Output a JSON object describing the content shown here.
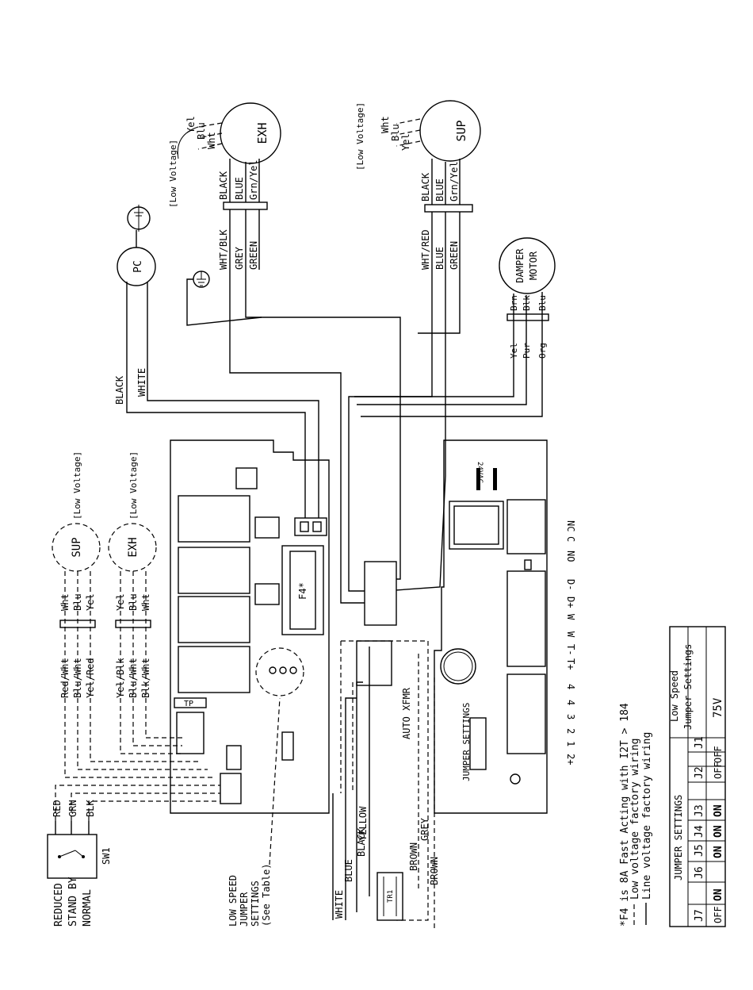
{
  "motors": {
    "exh_top": {
      "label": "EXH",
      "voltage_note": "[Low Voltage]",
      "leads": [
        "Yel",
        "Blu",
        "Wht"
      ],
      "wires": [
        "BLACK",
        "BLUE",
        "Grn/Yel"
      ],
      "field_wires": [
        "WHT/BLK",
        "GREY",
        "GREEN"
      ]
    },
    "sup_top": {
      "label": "SUP",
      "voltage_note": "[Low Voltage]",
      "leads": [
        "Wht",
        "Blu",
        "Yel"
      ],
      "wires": [
        "BLACK",
        "BLUE",
        "Grn/Yel"
      ],
      "field_wires": [
        "WHT/RED",
        "BLUE",
        "GREEN"
      ]
    },
    "sup_left": {
      "label": "SUP",
      "voltage_note": "[Low Voltage]",
      "leads": [
        "Wht",
        "Blu",
        "Yel"
      ],
      "field_wires": [
        "Red/Wht",
        "Blu/Wht",
        "Yel/Red"
      ]
    },
    "exh_left": {
      "label": "EXH",
      "voltage_note": "[Low Voltage]",
      "leads": [
        "Yel",
        "Blu",
        "Wht"
      ],
      "field_wires": [
        "Yel/Blk",
        "Blu/Wht",
        "Blk/Wht"
      ]
    }
  },
  "power_cord": {
    "label": "PC",
    "wires": [
      "BLACK",
      "WHITE"
    ]
  },
  "damper": {
    "label_line1": "DAMPER",
    "label_line2": "MOTOR",
    "leads": [
      "Brn",
      "Blk",
      "Blu"
    ],
    "wires": [
      "Yel",
      "Pur",
      "Org"
    ]
  },
  "board": {
    "relay_label": "24VAC",
    "relay_pins": [
      "NC",
      "C",
      "NO"
    ],
    "terminals_a": [
      "D-",
      "D+",
      "W",
      "W",
      "T-",
      "T+"
    ],
    "terminals_b": [
      "4",
      "4",
      "3",
      "2",
      "1",
      "2+"
    ],
    "jumper_label": "JUMPER SETTINGS",
    "fuse": "F4*",
    "tp": "TP",
    "auto_xfmr": "AUTO XFMR"
  },
  "switch": {
    "id": "SW1",
    "positions": [
      "REDUCED",
      "STAND BY",
      "NORMAL"
    ],
    "wires": [
      "RED",
      "GRN",
      "BLK"
    ]
  },
  "low_speed_callout": [
    "LOW SPEED",
    "JUMPER",
    "SETTINGS",
    "(See Table)"
  ],
  "transformer": {
    "id": "TR1",
    "wires": [
      "WHITE",
      "BLUE",
      "BLACK",
      "YELLOW",
      "BROWN",
      "GREY",
      "BROWN"
    ]
  },
  "notes": [
    "*F4 is 8A Fast Acting with I2T > 184",
    "Low voltage factory wiring",
    "Line voltage factory wiring"
  ],
  "jumper_table": {
    "title": "JUMPER SETTINGS",
    "low_speed_header": [
      "Low Speed",
      "Jumper Settings"
    ],
    "headers": [
      "J7",
      "J6",
      "J5",
      "J4",
      "J3",
      "J2",
      "J1"
    ],
    "values": [
      "OFF",
      "ON",
      "ON",
      "ON",
      "ON",
      "OFF",
      "OFF"
    ],
    "result": "75V"
  }
}
